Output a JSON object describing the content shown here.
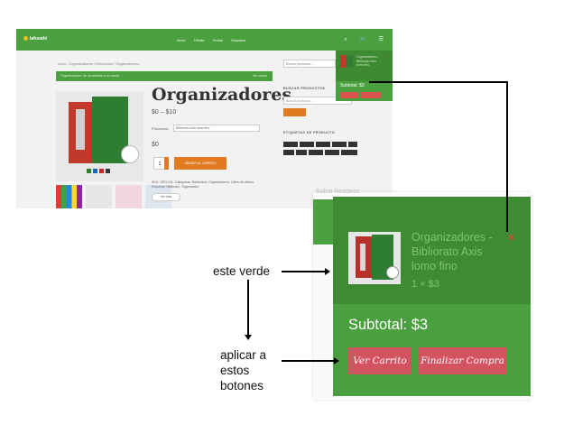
{
  "site": {
    "logo": "lafusahi",
    "nav": [
      "Inicio",
      "Tienda",
      "Textos",
      "Nosotros"
    ],
    "breadcrumb": "Inicio  /  Organizadores  /  Biblioratos  /  Organizadores",
    "notice": "\"Organizadores\" se ha añadido a tu carrito.",
    "notice_link": "Ver carrito",
    "product_title": "Organizadores",
    "price_range": "$0 – $10",
    "option_label": "Productos:",
    "option_value": "Bibliorato Axis lomo fino",
    "price": "$0",
    "quantity": "1",
    "add_to_cart": "AÑADIR AL CARRITO",
    "sku_text": "SKU: ORG-011. Categorías: Biblioratos, Organizadores, Útiles de oficina. Etiquetas: Bibliorato, Organizador.",
    "pill": "Ver más",
    "search_placeholder": "Buscar productos…",
    "sidebar_heading_1": "BUSCAR PRODUCTOS",
    "sidebar_input": "Buscar productos…",
    "sidebar_heading_2": "ETIQUETAS DE PRODUCTO",
    "mini_cart": {
      "item": "Organizadores - Bibliorato Axis lomo fino",
      "qty": "1 × $3",
      "subtotal": "Subtotal: $3"
    }
  },
  "zoom": {
    "faded_label": "Sobre Nosotros",
    "item_name": "Organizadores - Bibliorato Axis lomo fino",
    "item_qty": "1 × $3",
    "remove": "×",
    "subtotal": "Subtotal: $3",
    "view_cart": "Ver Carrito",
    "checkout": "Finalizar Compra"
  },
  "annotations": {
    "green_label": "este verde",
    "apply_line1": "aplicar a",
    "apply_line2": "estos",
    "apply_line3": "botones"
  },
  "colors": {
    "header_green": "#4aa03f",
    "item_green": "#3e8b34",
    "button_red": "#d35460",
    "accent_orange": "#e07b22"
  }
}
